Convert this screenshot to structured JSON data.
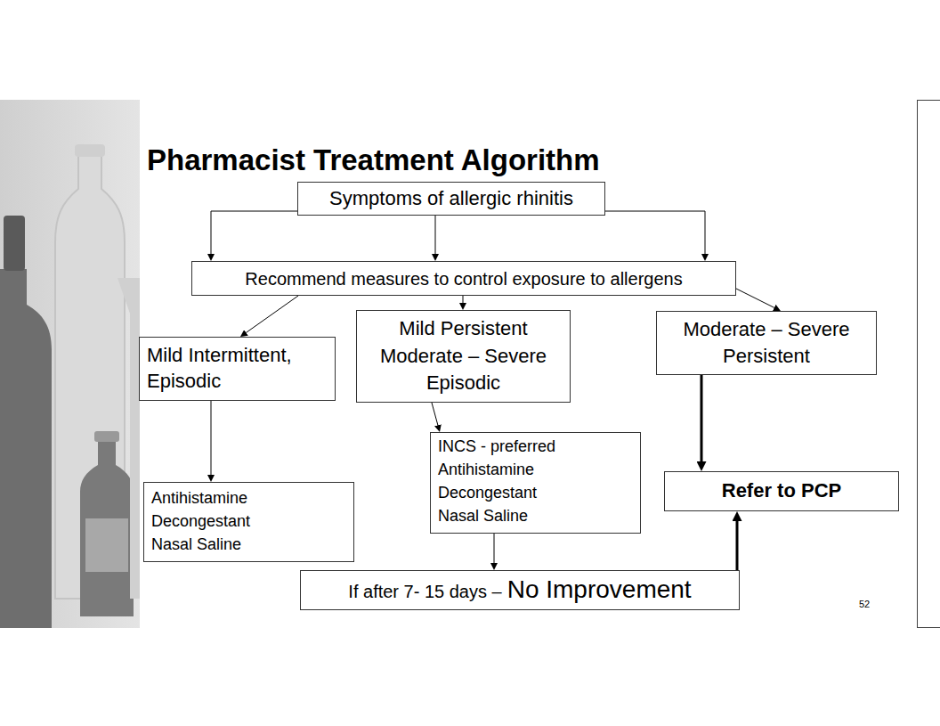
{
  "diagram": {
    "title": "Pharmacist Treatment Algorithm",
    "nodes": [
      {
        "text": [
          "Symptoms of allergic rhinitis"
        ]
      },
      {
        "text": [
          "Recommend measures to control exposure to allergens"
        ]
      },
      {
        "text": [
          "Mild Intermittent, Episodic"
        ]
      },
      {
        "text": [
          "Mild Persistent Moderate – Severe Episodic"
        ]
      },
      {
        "text": [
          "Moderate – Severe Persistent"
        ]
      },
      {
        "text": [
          "Antihistamine",
          "Decongestant",
          "Nasal Saline"
        ]
      },
      {
        "text": [
          "INCS - preferred",
          "Antihistamine",
          "Decongestant",
          "Nasal Saline"
        ]
      },
      {
        "text": [
          "Refer to PCP"
        ]
      },
      {
        "text": [
          "If after 7- 15 days –",
          "No Improvement"
        ]
      }
    ],
    "edges": [
      {
        "from": 0,
        "to": 1,
        "arrow": "to"
      },
      {
        "from": 0,
        "to": 1,
        "arrow": "to"
      },
      {
        "from": 0,
        "to": 1,
        "arrow": "to"
      },
      {
        "from": 1,
        "to": 2,
        "arrow": "to"
      },
      {
        "from": 1,
        "to": 3,
        "arrow": "to"
      },
      {
        "from": 1,
        "to": 4,
        "arrow": "to"
      },
      {
        "from": 2,
        "to": 5,
        "arrow": "to"
      },
      {
        "from": 3,
        "to": 6,
        "arrow": "to"
      },
      {
        "from": 4,
        "to": 7,
        "arrow": "to"
      },
      {
        "from": 6,
        "to": 8,
        "arrow": "to"
      },
      {
        "from": 8,
        "to": 7,
        "arrow": "to"
      }
    ],
    "labels": [
      "52"
    ]
  }
}
